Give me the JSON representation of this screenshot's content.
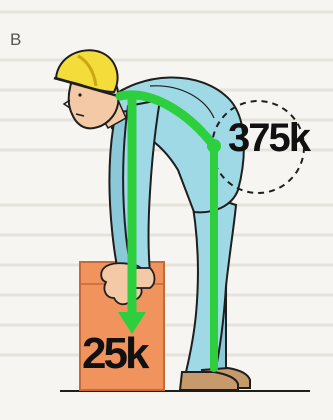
{
  "figure": {
    "panel_label": "B",
    "hip_load_label": "375k",
    "box_load_label": "25k"
  },
  "colors": {
    "skin": "#f3c9a6",
    "hard_hat": "#f4dc3a",
    "clothes": "#9fd9e6",
    "box": "#f0935d",
    "force_line": "#2ecf3f",
    "boots": "#c79a6c",
    "outline": "#1e1e1e"
  },
  "icons": [
    "hard-hat-icon",
    "force-arrow-icon"
  ]
}
